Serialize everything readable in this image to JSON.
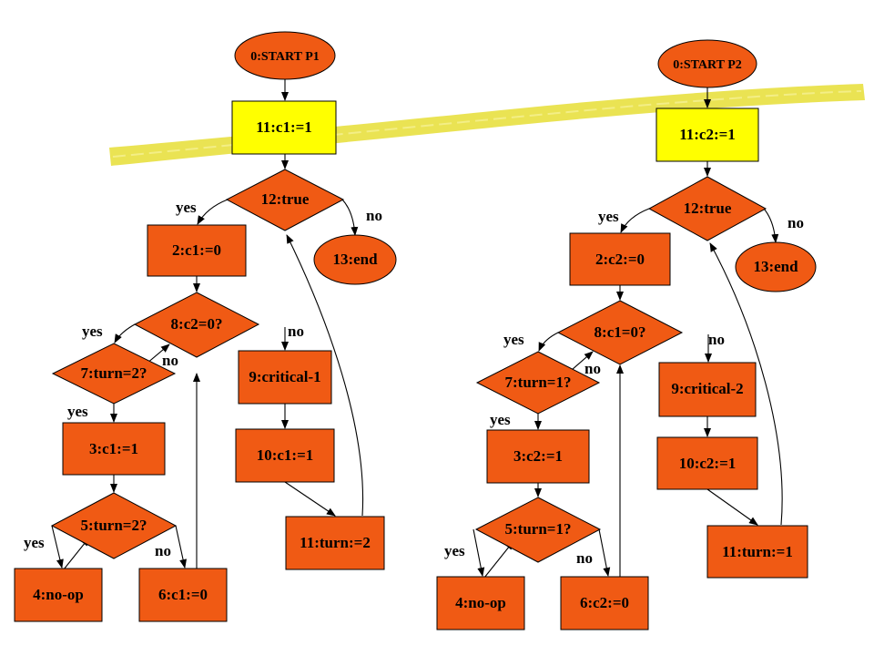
{
  "colors": {
    "node_fill": "#f05a14",
    "highlight_fill": "#ffff00",
    "stroke": "#000000",
    "highlighter": "#e8e040"
  },
  "p1": {
    "start": "0:START P1",
    "init": "11:c1:=1",
    "loop": "12:true",
    "end": "13:end",
    "set_false": "2:c1:=0",
    "check_other": "8:c2=0?",
    "check_turn": "7:turn=2?",
    "critical": "9:critical-1",
    "reset_flag": "10:c1:=1",
    "give_turn": "11:turn:=2",
    "set_true": "3:c1:=1",
    "wait_turn": "5:turn=2?",
    "noop": "4:no-op",
    "clear_flag": "6:c1:=0",
    "labels": {
      "loop_yes": "yes",
      "loop_no": "no",
      "check_other_yes": "yes",
      "check_other_no": "no",
      "check_turn_no": "no",
      "check_turn_yes": "yes",
      "wait_turn_yes": "yes",
      "wait_turn_no": "no"
    }
  },
  "p2": {
    "start": "0:START P2",
    "init": "11:c2:=1",
    "loop": "12:true",
    "end": "13:end",
    "set_false": "2:c2:=0",
    "check_other": "8:c1=0?",
    "check_turn": "7:turn=1?",
    "critical": "9:critical-2",
    "reset_flag": "10:c2:=1",
    "give_turn": "11:turn:=1",
    "set_true": "3:c2:=1",
    "wait_turn": "5:turn=1?",
    "noop": "4:no-op",
    "clear_flag": "6:c2:=0",
    "labels": {
      "loop_yes": "yes",
      "loop_no": "no",
      "check_other_yes": "yes",
      "check_other_no": "no",
      "check_turn_no": "no",
      "check_turn_yes": "yes",
      "wait_turn_yes": "yes",
      "wait_turn_no": "no"
    }
  }
}
